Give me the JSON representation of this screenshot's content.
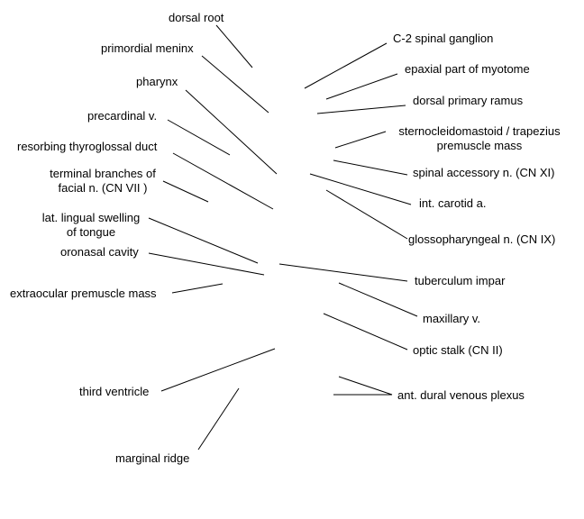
{
  "colors": {
    "background": "#ffffff",
    "text": "#000000",
    "leader_line": "#000000"
  },
  "labels": {
    "dorsal_root": "dorsal root",
    "primordial_meninx": "primordial meninx",
    "pharynx": "pharynx",
    "precardinal_v": "precardinal v.",
    "resorbing_thyroglossal_duct": "resorbing thyroglossal duct",
    "terminal_branches_line1": "terminal branches of",
    "terminal_branches_line2": "facial n. (CN VII )",
    "lat_lingual_line1": "lat. lingual swelling",
    "lat_lingual_line2": "of tongue",
    "oronasal_cavity": "oronasal cavity",
    "extraocular_premuscle_mass": "extraocular premuscle mass",
    "third_ventricle": "third ventricle",
    "marginal_ridge": "marginal ridge",
    "c2_spinal_ganglion": "C-2 spinal ganglion",
    "epaxial_part_of_myotome": "epaxial part of myotome",
    "dorsal_primary_ramus": "dorsal primary ramus",
    "scm_trapezius_line1": "sternocleidomastoid / trapezius",
    "scm_trapezius_line2": "premuscle mass",
    "spinal_accessory_n": "spinal accessory n. (CN XI)",
    "int_carotid_a": "int. carotid a.",
    "glossopharyngeal_n": "glossopharyngeal n. (CN IX)",
    "tuberculum_impar": "tuberculum impar",
    "maxillary_v": "maxillary v.",
    "optic_stalk": "optic stalk (CN II)",
    "ant_dural_venous_plexus": "ant. dural venous plexus"
  }
}
